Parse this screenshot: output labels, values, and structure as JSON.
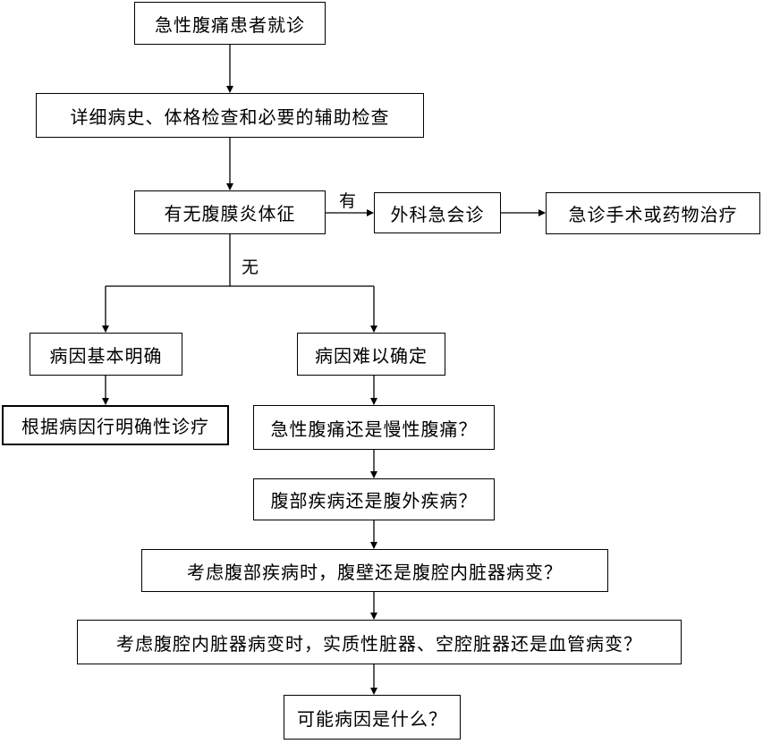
{
  "nodes": {
    "start": "急性腹痛患者就诊",
    "history": "详细病史、体格检查和必要的辅助检查",
    "peritonitis": "有无腹膜炎体征",
    "surgery_consult": "外科急会诊",
    "treatment": "急诊手术或药物治疗",
    "cause_clear": "病因基本明确",
    "cause_unclear": "病因难以确定",
    "definitive": "根据病因行明确性诊疗",
    "acute_chronic": "急性腹痛还是慢性腹痛？",
    "abdominal_extra": "腹部疾病还是腹外疾病？",
    "wall_organ": "考虑腹部疾病时，腹壁还是腹腔内脏器病变？",
    "organ_type": "考虑腹腔内脏器病变时，实质性脏器、空腔脏器还是血管病变？",
    "possible_cause": "可能病因是什么？"
  },
  "edge_labels": {
    "yes": "有",
    "no": "无"
  }
}
